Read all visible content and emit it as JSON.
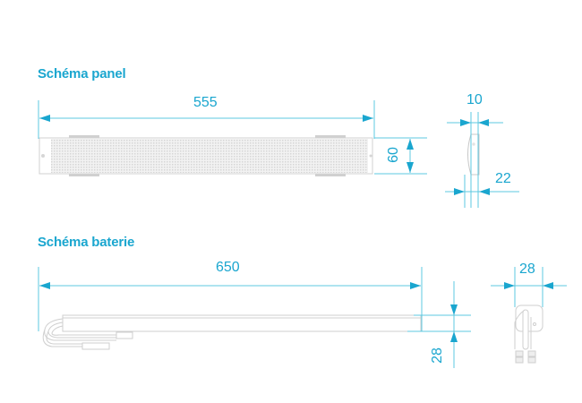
{
  "sections": {
    "panel": {
      "title": "Schéma panel",
      "length": "555",
      "height": "60",
      "side_top": "10",
      "side_bottom": "22"
    },
    "battery": {
      "title": "Schéma baterie",
      "length": "650",
      "height": "28",
      "side_width": "28"
    }
  },
  "colors": {
    "accent": "#1aa6cf",
    "dimension_line": "#5cc8e0",
    "outline": "#c8c8c8"
  }
}
